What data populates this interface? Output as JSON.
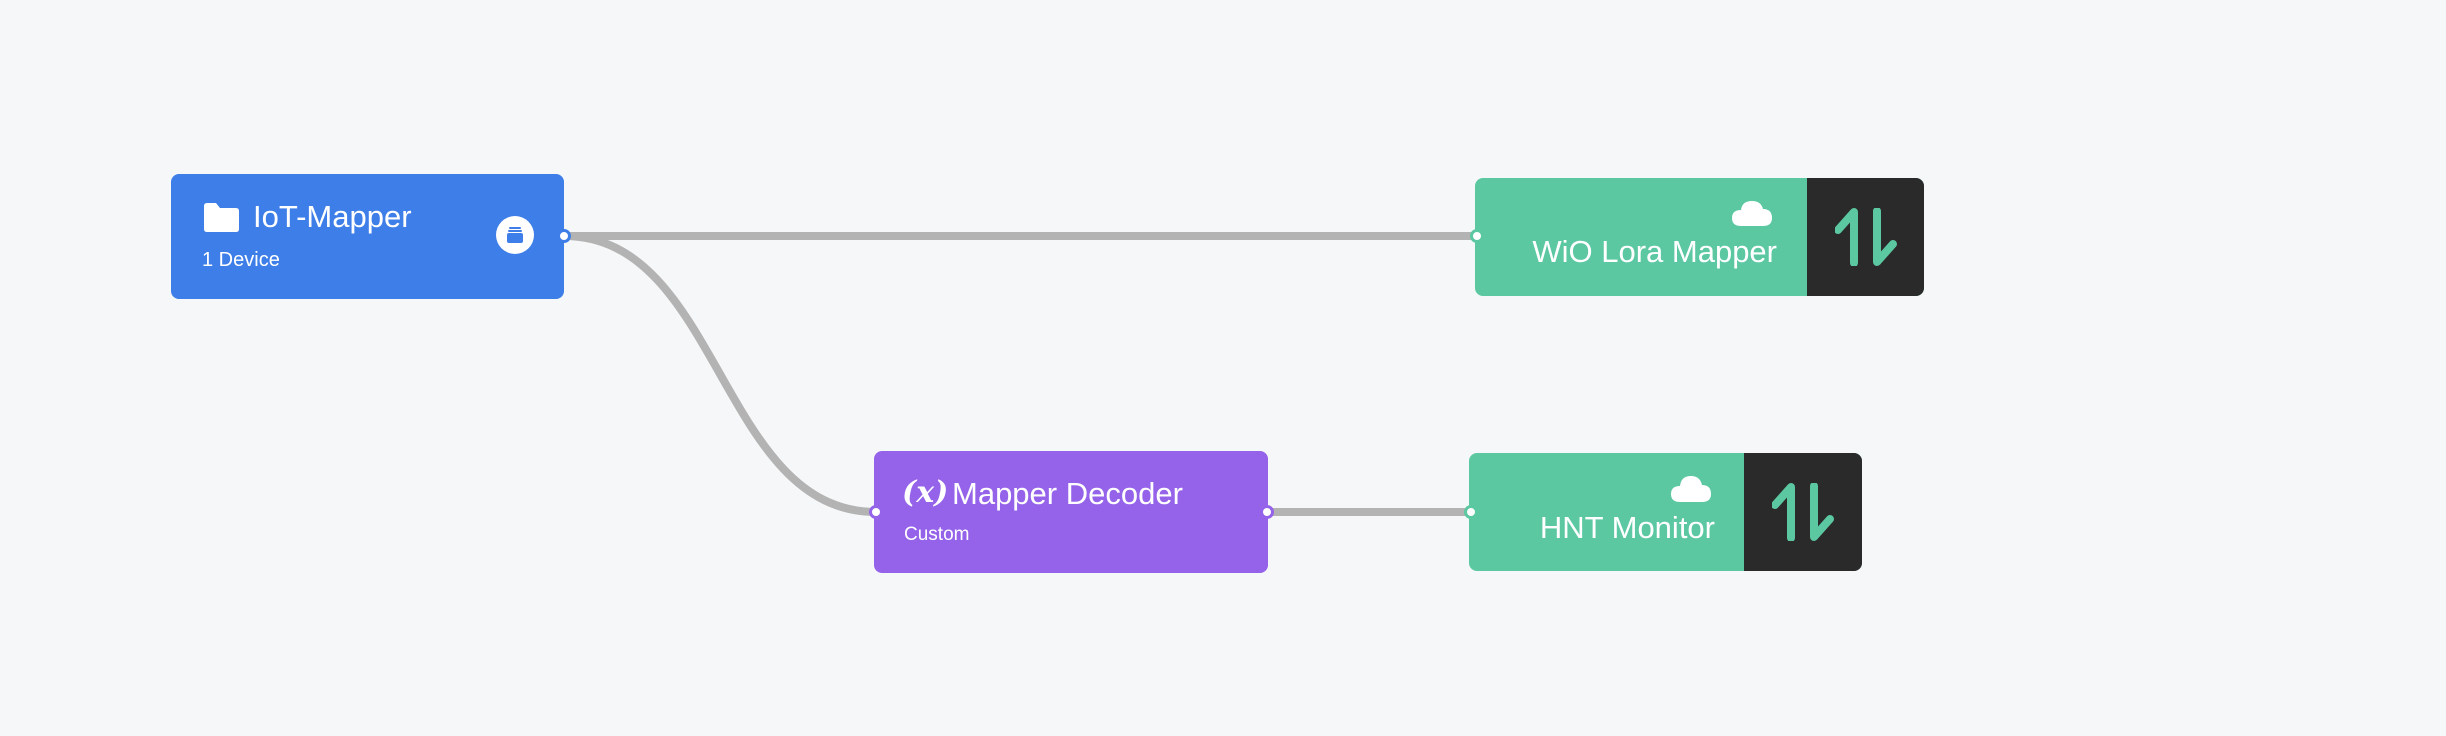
{
  "colors": {
    "background": "#f5f7f9",
    "label_node": "#3e7ee8",
    "function_node": "#9563ea",
    "integration_node": "#5bc8a1",
    "integration_badge": "#2a2a2a",
    "edge": "#b3b3b3",
    "badge_arrows": "#5bc8a1"
  },
  "flow": {
    "label_node": {
      "title": "IoT-Mapper",
      "subtitle": "1 Device",
      "icon": "folder-icon",
      "action_icon": "device-icon"
    },
    "function_node": {
      "symbol": "(x)",
      "title": "Mapper Decoder",
      "subtitle": "Custom",
      "icon": "function-icon"
    },
    "integrations": [
      {
        "title": "WiO Lora Mapper",
        "icon": "cloud-icon",
        "badge_icon": "up-down-arrows-icon"
      },
      {
        "title": "HNT Monitor",
        "icon": "cloud-icon",
        "badge_icon": "up-down-arrows-icon"
      }
    ]
  }
}
